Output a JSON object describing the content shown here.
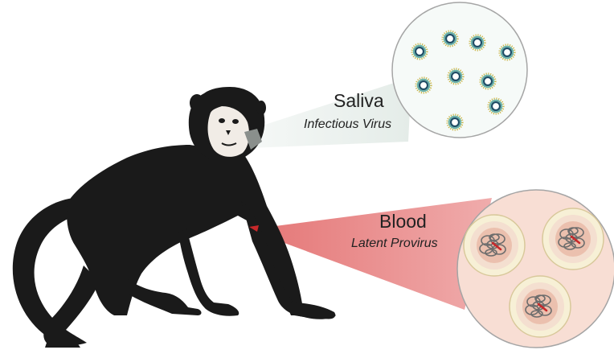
{
  "saliva": {
    "title": "Saliva",
    "subtitle": "Infectious Virus"
  },
  "blood": {
    "title": "Blood",
    "subtitle": "Latent Provirus"
  },
  "colors": {
    "animal": "#1a1a1a",
    "face": "#f1ece6",
    "saliva_beam": "#e4ece8",
    "saliva_circle": "#f6faf8",
    "virion_core": "#1f4e66",
    "virion_ring": "#66b0a8",
    "virion_spikes": "#c9b64a",
    "blood_beam": "#e59696",
    "blood_circle": "#f8ded4",
    "cell_outer": "#f7f0d6",
    "cell_nucleus": "#ebc0ae",
    "chromatin": "#6c6c6c",
    "provirus": "#c8282a"
  }
}
